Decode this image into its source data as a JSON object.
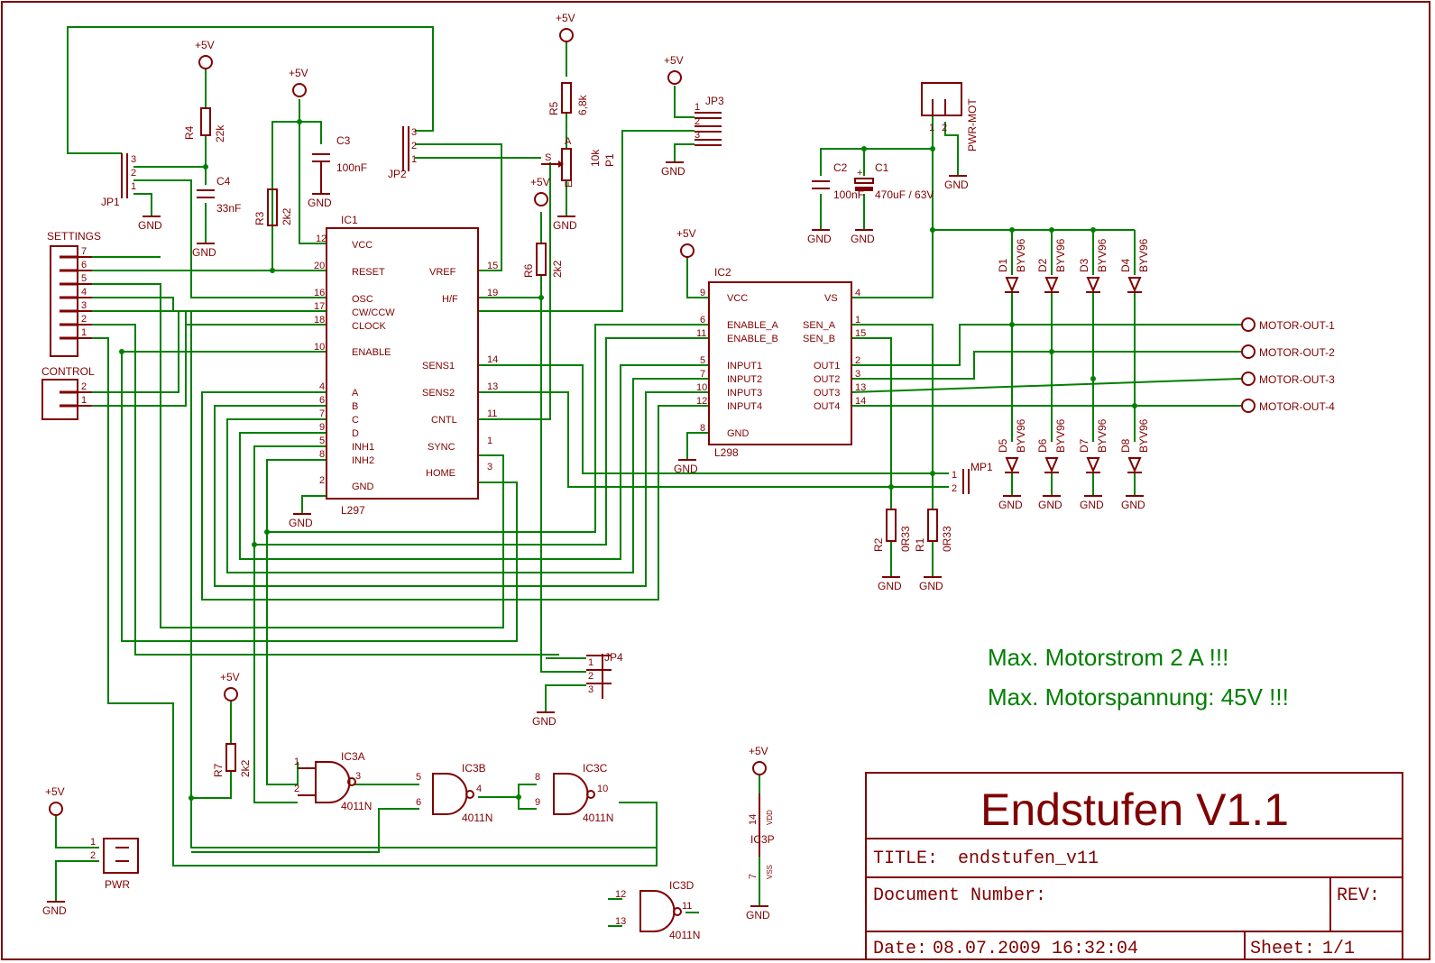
{
  "title_block": {
    "heading": "Endstufen V1.1",
    "title_label": "TITLE:",
    "title_value": "endstufen_v11",
    "docnum_label": "Document Number:",
    "rev_label": "REV:",
    "date_label": "Date:",
    "date_value": "08.07.2009 16:32:04",
    "sheet_label": "Sheet:",
    "sheet_value": "1/1"
  },
  "notes": {
    "line1": "Max. Motorstrom 2 A !!!",
    "line2": "Max. Motorspannung: 45V !!!"
  },
  "labels": {
    "vcc": "+5V",
    "gnd": "GND"
  },
  "ic1": {
    "name": "IC1",
    "value": "L297",
    "left_pins": [
      {
        "num": "12",
        "name": "VCC"
      },
      {
        "num": "20",
        "name": "RESET"
      },
      {
        "num": "16",
        "name": "OSC"
      },
      {
        "num": "17",
        "name": "CW/CCW"
      },
      {
        "num": "18",
        "name": "CLOCK"
      },
      {
        "num": "10",
        "name": "ENABLE"
      },
      {
        "num": "4",
        "name": "A"
      },
      {
        "num": "6",
        "name": "B"
      },
      {
        "num": "7",
        "name": "C"
      },
      {
        "num": "9",
        "name": "D"
      },
      {
        "num": "5",
        "name": "INH1"
      },
      {
        "num": "8",
        "name": "INH2"
      },
      {
        "num": "2",
        "name": "GND"
      }
    ],
    "right_pins": [
      {
        "num": "15",
        "name": "VREF"
      },
      {
        "num": "19",
        "name": "H/F"
      },
      {
        "num": "14",
        "name": "SENS1"
      },
      {
        "num": "13",
        "name": "SENS2"
      },
      {
        "num": "11",
        "name": "CNTL"
      },
      {
        "num": "1",
        "name": "SYNC"
      },
      {
        "num": "3",
        "name": "HOME"
      }
    ]
  },
  "ic2": {
    "name": "IC2",
    "value": "L298",
    "left_pins": [
      {
        "num": "9",
        "name": "VCC"
      },
      {
        "num": "6",
        "name": "ENABLE_A"
      },
      {
        "num": "11",
        "name": "ENABLE_B"
      },
      {
        "num": "5",
        "name": "INPUT1"
      },
      {
        "num": "7",
        "name": "INPUT2"
      },
      {
        "num": "10",
        "name": "INPUT3"
      },
      {
        "num": "12",
        "name": "INPUT4"
      },
      {
        "num": "8",
        "name": "GND"
      }
    ],
    "right_pins": [
      {
        "num": "4",
        "name": "VS"
      },
      {
        "num": "1",
        "name": "SEN_A"
      },
      {
        "num": "15",
        "name": "SEN_B"
      },
      {
        "num": "2",
        "name": "OUT1"
      },
      {
        "num": "3",
        "name": "OUT2"
      },
      {
        "num": "13",
        "name": "OUT3"
      },
      {
        "num": "14",
        "name": "OUT4"
      }
    ]
  },
  "connectors": {
    "settings": {
      "name": "SETTINGS",
      "pins": [
        "7",
        "6",
        "5",
        "4",
        "3",
        "2",
        "1"
      ]
    },
    "control": {
      "name": "CONTROL",
      "pins": [
        "2",
        "1"
      ]
    },
    "pwr": {
      "name": "PWR",
      "pins": [
        "1",
        "2"
      ]
    },
    "pwr_mot": {
      "name": "PWR-MOT",
      "pins": [
        "1",
        "2"
      ]
    },
    "jp1": {
      "name": "JP1",
      "pins": [
        "3",
        "2",
        "1"
      ]
    },
    "jp2": {
      "name": "JP2",
      "pins": [
        "3",
        "2",
        "1"
      ]
    },
    "jp3": {
      "name": "JP3",
      "pins": [
        "1",
        "2",
        "3"
      ]
    },
    "jp4": {
      "name": "JP4",
      "pins": [
        "1",
        "2",
        "3"
      ]
    },
    "mp1": {
      "name": "MP1",
      "pins": [
        "1",
        "2"
      ]
    }
  },
  "passives": {
    "r1": {
      "name": "R1",
      "value": "0R33"
    },
    "r2": {
      "name": "R2",
      "value": "0R33"
    },
    "r3": {
      "name": "R3",
      "value": "2k2"
    },
    "r4": {
      "name": "R4",
      "value": "22k"
    },
    "r5": {
      "name": "R5",
      "value": "6,8k"
    },
    "r6": {
      "name": "R6",
      "value": "2k2"
    },
    "r7": {
      "name": "R7",
      "value": "2k2"
    },
    "p1": {
      "name": "P1",
      "value": "10k",
      "pin_a": "A",
      "pin_s": "S",
      "pin_e": "E"
    },
    "c1": {
      "name": "C1",
      "value": "470uF / 63V"
    },
    "c2": {
      "name": "C2",
      "value": "100nF"
    },
    "c3": {
      "name": "C3",
      "value": "100nF"
    },
    "c4": {
      "name": "C4",
      "value": "33nF"
    }
  },
  "diodes": [
    {
      "name": "D1",
      "value": "BYV96"
    },
    {
      "name": "D2",
      "value": "BYV96"
    },
    {
      "name": "D3",
      "value": "BYV96"
    },
    {
      "name": "D4",
      "value": "BYV96"
    },
    {
      "name": "D5",
      "value": "BYV96"
    },
    {
      "name": "D6",
      "value": "BYV96"
    },
    {
      "name": "D7",
      "value": "BYV96"
    },
    {
      "name": "D8",
      "value": "BYV96"
    }
  ],
  "motor_outputs": [
    "MOTOR-OUT-1",
    "MOTOR-OUT-2",
    "MOTOR-OUT-3",
    "MOTOR-OUT-4"
  ],
  "gates": {
    "ic3a": {
      "name": "IC3A",
      "value": "4011N",
      "pins": [
        "1",
        "2",
        "3"
      ]
    },
    "ic3b": {
      "name": "IC3B",
      "value": "4011N",
      "pins": [
        "5",
        "6",
        "4"
      ]
    },
    "ic3c": {
      "name": "IC3C",
      "value": "4011N",
      "pins": [
        "8",
        "9",
        "10"
      ]
    },
    "ic3d": {
      "name": "IC3D",
      "value": "4011N",
      "pins": [
        "12",
        "13",
        "11"
      ]
    },
    "ic3p": {
      "name": "IC3P",
      "pin_vdd": "14",
      "pin_vss": "7",
      "vdd": "VDD",
      "vss": "VSS"
    }
  }
}
